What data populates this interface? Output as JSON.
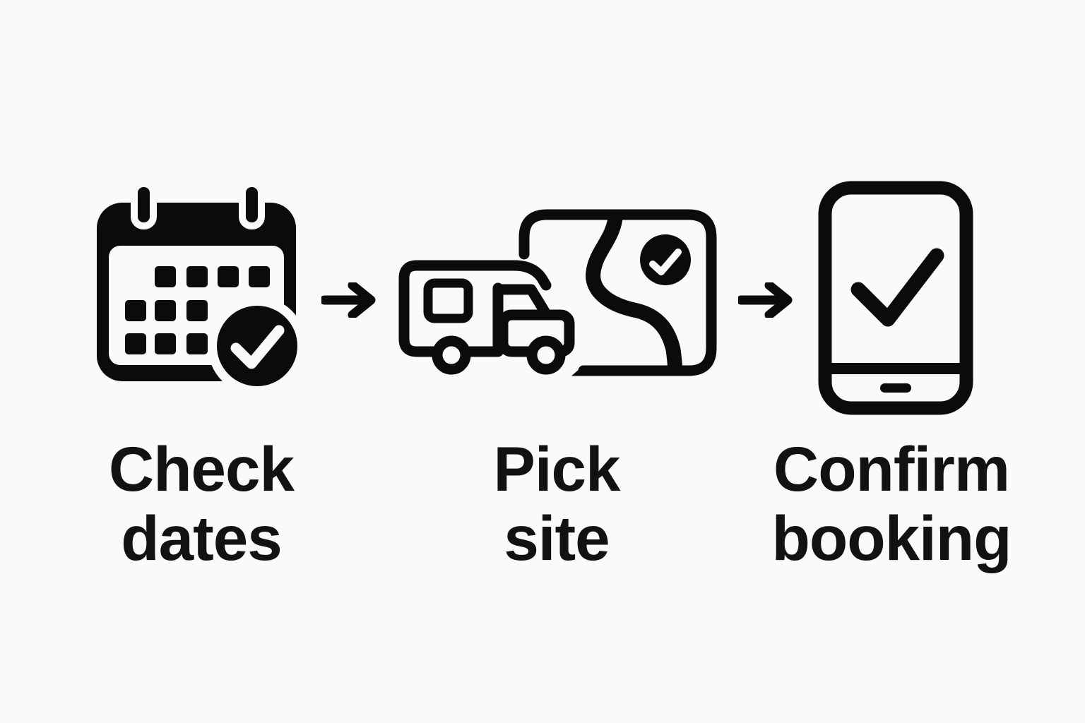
{
  "page": {
    "background": "#FAFAF9",
    "ink": "#0B0B0B",
    "text_color": "#121212"
  },
  "diagram": {
    "type": "process-flow",
    "steps": [
      {
        "label_line1": "Check",
        "label_line2": "dates",
        "icon": "calendar-check-icon"
      },
      {
        "label_line1": "Pick",
        "label_line2": "site",
        "icon": "campervan-map-check-icon"
      },
      {
        "label_line1": "Confirm",
        "label_line2": "booking",
        "icon": "phone-check-icon"
      }
    ],
    "connectors": [
      {
        "icon": "arrow-right-icon",
        "glyph": "→"
      },
      {
        "icon": "arrow-right-icon",
        "glyph": "→"
      }
    ]
  }
}
